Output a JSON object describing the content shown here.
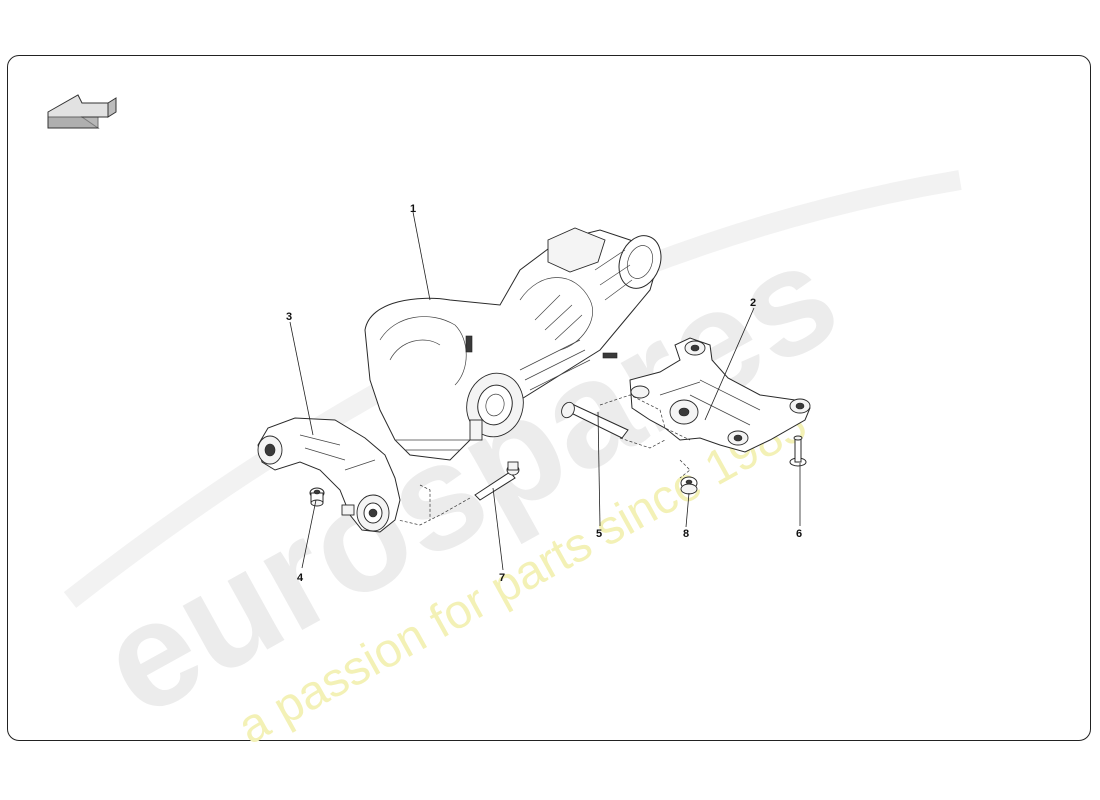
{
  "watermark": {
    "word": "eurospares",
    "tagline": "a passion for parts since 1985"
  },
  "nav": {
    "back_icon": "back-arrow-icon"
  },
  "colors": {
    "frame": "#222222",
    "watermark_word": "#ececec",
    "watermark_tagline": "#f3f1b6"
  },
  "callouts": [
    "1",
    "2",
    "3",
    "4",
    "5",
    "6",
    "7",
    "8"
  ]
}
